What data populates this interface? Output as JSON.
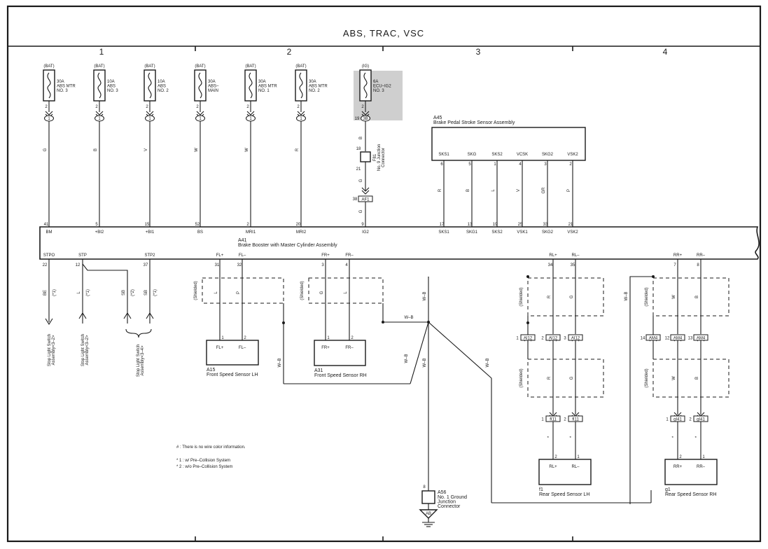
{
  "title": "ABS, TRAC, VSC",
  "sections": [
    "1",
    "2",
    "3",
    "4"
  ],
  "fuses": [
    {
      "source": "(BAT)",
      "label": "30A\nABS MTR\nNO. 3",
      "pin": "2",
      "wire": "G",
      "ecu_pin": "41",
      "ecu_terminal": "BM"
    },
    {
      "source": "(BAT)",
      "label": "10A\nABS\nNO. 3",
      "pin": "2",
      "wire": "B",
      "ecu_pin": "5",
      "ecu_terminal": "+BI2"
    },
    {
      "source": "(BAT)",
      "label": "10A\nABS\nNO. 2",
      "pin": "2",
      "wire": "V",
      "ecu_pin": "15",
      "ecu_terminal": "+BI1"
    },
    {
      "source": "(BAT)",
      "label": "30A\nABS–\nMAIN",
      "pin": "2",
      "wire": "W",
      "ecu_pin": "52",
      "ecu_terminal": "BS"
    },
    {
      "source": "(BAT)",
      "label": "30A\nABS MTR\nNO. 1",
      "pin": "2",
      "wire": "W",
      "ecu_pin": "2",
      "ecu_terminal": "MRI1"
    },
    {
      "source": "(BAT)",
      "label": "30A\nABS MTR\nNO. 2",
      "pin": "2",
      "wire": "R",
      "ecu_pin": "20",
      "ecu_terminal": "MRI2"
    },
    {
      "source": "(IG)",
      "label": "6A\nECU–IG2\nNO. 3",
      "pin": "2",
      "wire": "B",
      "ecu_pin": "9",
      "ecu_terminal": "IG2"
    }
  ],
  "fuse_connector": "1",
  "ig_connector": {
    "pin": "19",
    "id": "3B"
  },
  "junction_f81": {
    "pin_top": "18",
    "pin_bottom": "21",
    "label": "F81\nNo. 9 Junction\nConnector"
  },
  "ig_wire_lower": "G",
  "connector_af1": {
    "pin": "38",
    "id": "AF1",
    "wire": "G"
  },
  "a45": {
    "id": "A45",
    "name": "Brake Pedal Stroke Sensor Assembly",
    "terminals": [
      "SKS1",
      "SKG",
      "SKS2",
      "VCSK",
      "SKG2",
      "VSK2"
    ],
    "pins": [
      "6",
      "5",
      "1",
      "4",
      "3",
      "2"
    ],
    "wires": [
      "R",
      "B",
      "L",
      "V",
      "GR",
      "P"
    ],
    "ecu_pins": [
      "17",
      "13",
      "19",
      "25",
      "33",
      "21"
    ],
    "ecu_terminals": [
      "SKS1",
      "SKG1",
      "SKS2",
      "VSK1",
      "SKG2",
      "VSK2"
    ]
  },
  "a41": {
    "id": "A41",
    "name": "Brake Booster with Master Cylinder Assembly"
  },
  "stop_lights": {
    "terminals": [
      "STPO",
      "STP",
      "STP2"
    ],
    "pins": [
      "22",
      "12",
      "37"
    ],
    "wires": [
      "BE",
      "L",
      "SB",
      "SB"
    ],
    "notes": [
      "(*1)",
      "(*1)",
      "(*2)",
      "(*1)"
    ],
    "labels": [
      "Stop Light Switch\nAssembly<3–2>",
      "Stop Light Switch\nAssembly<3–2>",
      "Stop Light Switch\nAssembly<3–4>"
    ]
  },
  "front_lh": {
    "terminals": [
      "FL+",
      "FL–"
    ],
    "pins": [
      "31",
      "32"
    ],
    "wires": [
      "L",
      "P"
    ],
    "sensor_pins": [
      "1",
      "2"
    ],
    "sensor_terms": [
      "FL+",
      "FL–"
    ],
    "id": "A15",
    "name": "Front Speed Sensor LH"
  },
  "front_rh": {
    "terminals": [
      "FR+",
      "FR–"
    ],
    "pins": [
      "3",
      "4"
    ],
    "wires": [
      "G",
      "L"
    ],
    "sensor_pins": [
      "1",
      "2"
    ],
    "sensor_terms": [
      "FR+",
      "FR–"
    ],
    "id": "A31",
    "name": "Front Speed Sensor RH"
  },
  "rear_lh": {
    "terminals": [
      "RL+",
      "RL–"
    ],
    "pins": [
      "34",
      "35"
    ],
    "wires": [
      "R",
      "G"
    ],
    "conn": {
      "ids": [
        "AI12",
        "AI12",
        "AI12"
      ],
      "pins": [
        "1",
        "2",
        "3"
      ]
    },
    "wires2": [
      "R",
      "G"
    ],
    "conn2": {
      "ids": [
        "fI11",
        "fI11"
      ],
      "pins": [
        "1",
        "2"
      ]
    },
    "wires3": [
      "*",
      "*"
    ],
    "sensor_pins": [
      "2",
      "1"
    ],
    "sensor_terms": [
      "RL+",
      "RL–"
    ],
    "id": "f1",
    "name": "Rear Speed Sensor LH"
  },
  "rear_rh": {
    "terminals": [
      "RR+",
      "RR–"
    ],
    "pins": [
      "7",
      "8"
    ],
    "wires": [
      "W",
      "B"
    ],
    "conn": {
      "ids": [
        "AM4",
        "AM4",
        "AM4"
      ],
      "pins": [
        "14",
        "12",
        "13"
      ]
    },
    "wires2": [
      "W",
      "B"
    ],
    "conn2": {
      "ids": [
        "gI41",
        "gI41"
      ],
      "pins": [
        "1",
        "2"
      ]
    },
    "wires3": [
      "*",
      "*"
    ],
    "sensor_pins": [
      "2",
      "1"
    ],
    "sensor_terms": [
      "RR+",
      "RR–"
    ],
    "id": "g1",
    "name": "Rear Speed Sensor RH"
  },
  "shield_label": "(Shielded)",
  "shield_wire": "W–B",
  "ground": {
    "pin": "8",
    "id": "A56",
    "label": "No. 1 Ground\nJunction\nConnector",
    "point": "AB"
  },
  "legend": [
    "# : There is no wire color information.",
    "* 1 : w/ Pre–Collision System",
    "* 2 : w/o Pre–Collision System"
  ]
}
